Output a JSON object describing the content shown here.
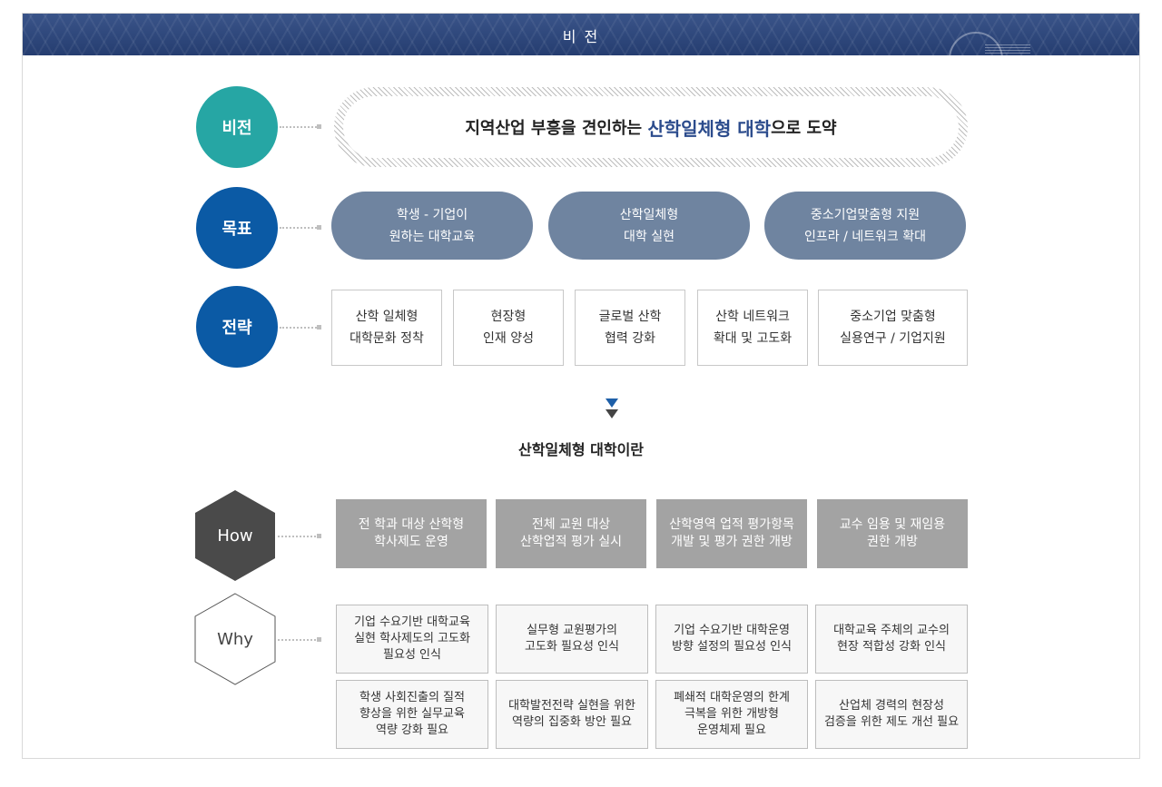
{
  "header": {
    "title": "비 전"
  },
  "labels": {
    "vision": "비전",
    "goal": "목표",
    "strategy": "전략",
    "how": "How",
    "why": "Why"
  },
  "vision": {
    "before": "지역산업 부흥을 견인하는 ",
    "highlight": "산학일체형 대학",
    "after": "으로 도약"
  },
  "goals": [
    {
      "line1": "학생 - 기업이",
      "line2": "원하는 대학교육"
    },
    {
      "line1": "산학일체형",
      "line2": "대학 실현"
    },
    {
      "line1": "중소기업맞춤형 지원",
      "line2": "인프라 / 네트워크 확대"
    }
  ],
  "strategies": [
    {
      "line1": "산학 일체형",
      "line2": "대학문화 정착"
    },
    {
      "line1": "현장형",
      "line2": "인재 양성"
    },
    {
      "line1": "글로벌 산학",
      "line2": "협력 강화"
    },
    {
      "line1": "산학 네트워크",
      "line2": "확대 및 고도화"
    },
    {
      "line1": "중소기업 맞춤형",
      "line2": "실용연구 / 기업지원"
    }
  ],
  "subtitle": "산학일체형 대학이란",
  "how_items": [
    {
      "line1": "전 학과 대상 산학형",
      "line2": "학사제도 운영"
    },
    {
      "line1": "전체 교원 대상",
      "line2": "산학업적 평가 실시"
    },
    {
      "line1": "산학영역 업적 평가항목",
      "line2": "개발 및 평가 권한 개방"
    },
    {
      "line1": "교수 임용 및 재임용",
      "line2": "권한 개방"
    }
  ],
  "why_items": [
    {
      "line1": "기업 수요기반 대학교육",
      "line2": "실현 학사제도의 고도화",
      "line3": "필요성 인식"
    },
    {
      "line1": "실무형 교원평가의",
      "line2": "고도화 필요성 인식",
      "line3": ""
    },
    {
      "line1": "기업 수요기반 대학운영",
      "line2": "방향 설정의 필요성 인식",
      "line3": ""
    },
    {
      "line1": "대학교육 주체의 교수의",
      "line2": "현장 적합성 강화 인식",
      "line3": ""
    },
    {
      "line1": "학생 사회진출의 질적",
      "line2": "향상을 위한 실무교육",
      "line3": "역량 강화 필요"
    },
    {
      "line1": "대학발전전략 실현을 위한",
      "line2": "역량의 집중화 방안 필요",
      "line3": ""
    },
    {
      "line1": "폐쇄적 대학운영의 한계",
      "line2": "극복을 위한 개방형",
      "line3": "운영체제 필요"
    },
    {
      "line1": "산업체 경력의 현장성",
      "line2": "검증을 위한 제도 개선 필요",
      "line3": ""
    }
  ],
  "colors": {
    "header": "#2b4379",
    "teal": "#26a6a4",
    "blue": "#0b5aa5",
    "goal": "#6f84a0",
    "how": "#a3a3a3",
    "how_hex": "#4a4a4a",
    "highlight": "#2b4b8c"
  }
}
